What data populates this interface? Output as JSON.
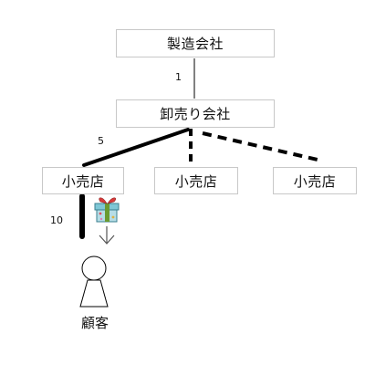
{
  "diagram": {
    "nodes": {
      "maker": "製造会社",
      "wholesaler": "卸売り会社",
      "retailer_1": "小売店",
      "retailer_2": "小売店",
      "retailer_3": "小売店",
      "customer": "顧客"
    },
    "edges": [
      {
        "from": "maker",
        "to": "wholesaler",
        "label": "1",
        "style": "thin-solid"
      },
      {
        "from": "wholesaler",
        "to": "retailer_1",
        "label": "5",
        "style": "thick-solid"
      },
      {
        "from": "wholesaler",
        "to": "retailer_2",
        "label": "",
        "style": "thick-dashed"
      },
      {
        "from": "wholesaler",
        "to": "retailer_3",
        "label": "",
        "style": "thick-dashed"
      },
      {
        "from": "retailer_1",
        "to": "customer",
        "label": "10",
        "style": "very-thick-solid"
      }
    ],
    "icons": {
      "gift": "gift-box-icon",
      "arrow": "arrow-down-icon",
      "person": "person-icon"
    }
  }
}
